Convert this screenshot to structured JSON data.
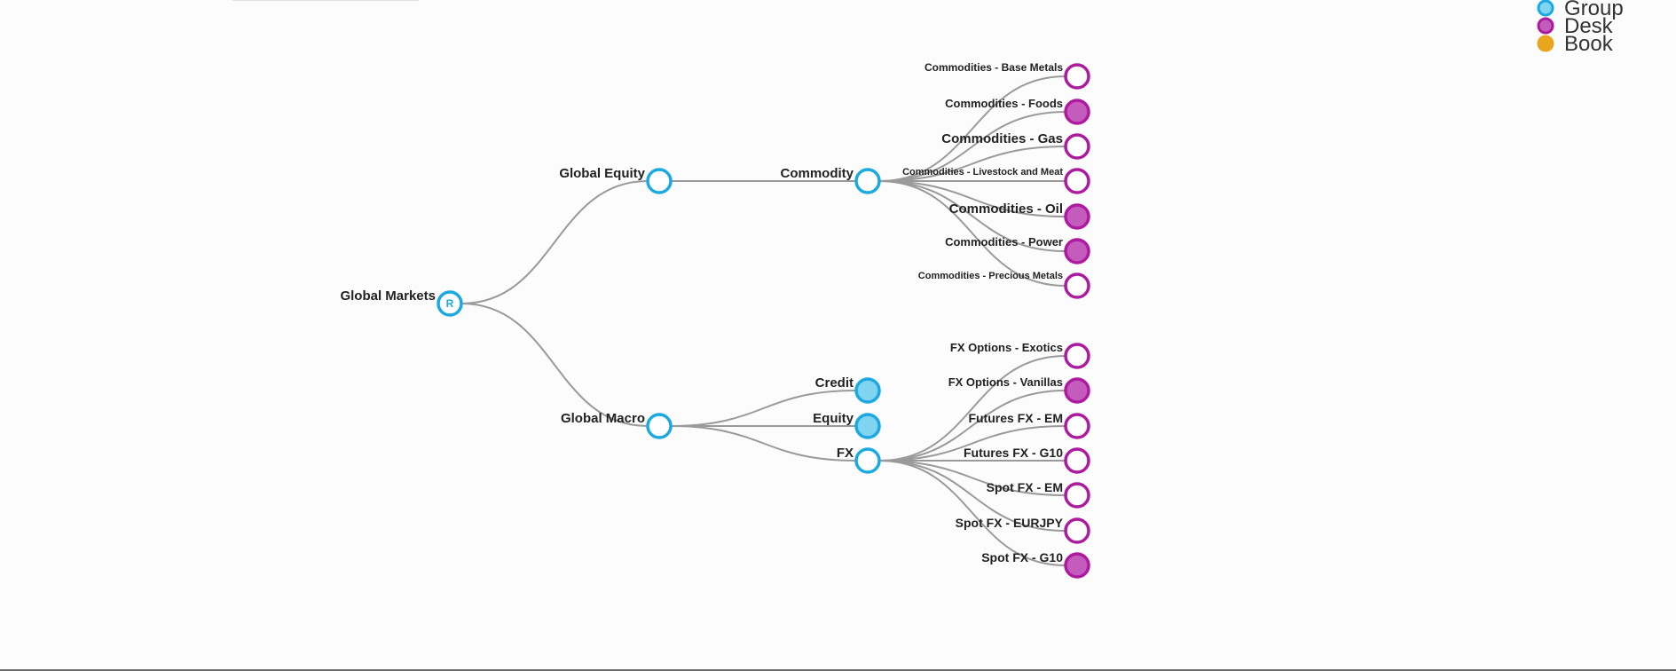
{
  "colors": {
    "group": "#1aa9e1",
    "group_fill_light": "#80d3f1",
    "desk": "#ad1aa0",
    "desk_fill": "#c45cbd",
    "book": "#eaa51e",
    "link": "#9a9a9a"
  },
  "legend": [
    {
      "label": "Group",
      "color": "#1aa9e1",
      "style": "group"
    },
    {
      "label": "Desk",
      "color": "#ad1aa0",
      "style": "desk"
    },
    {
      "label": "Book",
      "color": "#eaa51e",
      "style": "book"
    }
  ],
  "root": {
    "id": "root",
    "label": "Global Markets",
    "glyph": "R",
    "type": "group"
  },
  "nodes": [
    {
      "id": "ge",
      "label": "Global Equity",
      "type": "group",
      "filled": false,
      "parent": "root"
    },
    {
      "id": "gm",
      "label": "Global Macro",
      "type": "group",
      "filled": false,
      "parent": "root"
    },
    {
      "id": "commodity",
      "label": "Commodity",
      "type": "group",
      "filled": false,
      "parent": "ge"
    },
    {
      "id": "credit",
      "label": "Credit",
      "type": "group",
      "filled": true,
      "parent": "gm"
    },
    {
      "id": "equity",
      "label": "Equity",
      "type": "group",
      "filled": true,
      "parent": "gm"
    },
    {
      "id": "fx",
      "label": "FX",
      "type": "group",
      "filled": false,
      "parent": "gm"
    },
    {
      "id": "c1",
      "label": "Commodities - Base Metals",
      "type": "desk",
      "filled": false,
      "parent": "commodity"
    },
    {
      "id": "c2",
      "label": "Commodities - Foods",
      "type": "desk",
      "filled": true,
      "parent": "commodity"
    },
    {
      "id": "c3",
      "label": "Commodities - Gas",
      "type": "desk",
      "filled": false,
      "parent": "commodity"
    },
    {
      "id": "c4",
      "label": "Commodities - Livestock and Meat",
      "type": "desk",
      "filled": false,
      "parent": "commodity"
    },
    {
      "id": "c5",
      "label": "Commodities - Oil",
      "type": "desk",
      "filled": true,
      "parent": "commodity"
    },
    {
      "id": "c6",
      "label": "Commodities - Power",
      "type": "desk",
      "filled": true,
      "parent": "commodity"
    },
    {
      "id": "c7",
      "label": "Commodities - Precious Metals",
      "type": "desk",
      "filled": false,
      "parent": "commodity"
    },
    {
      "id": "f1",
      "label": "FX Options - Exotics",
      "type": "desk",
      "filled": false,
      "parent": "fx"
    },
    {
      "id": "f2",
      "label": "FX Options - Vanillas",
      "type": "desk",
      "filled": true,
      "parent": "fx"
    },
    {
      "id": "f3",
      "label": "Futures FX - EM",
      "type": "desk",
      "filled": false,
      "parent": "fx"
    },
    {
      "id": "f4",
      "label": "Futures FX - G10",
      "type": "desk",
      "filled": false,
      "parent": "fx"
    },
    {
      "id": "f5",
      "label": "Spot FX - EM",
      "type": "desk",
      "filled": false,
      "parent": "fx"
    },
    {
      "id": "f6",
      "label": "Spot FX - EURJPY",
      "type": "desk",
      "filled": false,
      "parent": "fx"
    },
    {
      "id": "f7",
      "label": "Spot FX - G10",
      "type": "desk",
      "filled": true,
      "parent": "fx"
    }
  ]
}
